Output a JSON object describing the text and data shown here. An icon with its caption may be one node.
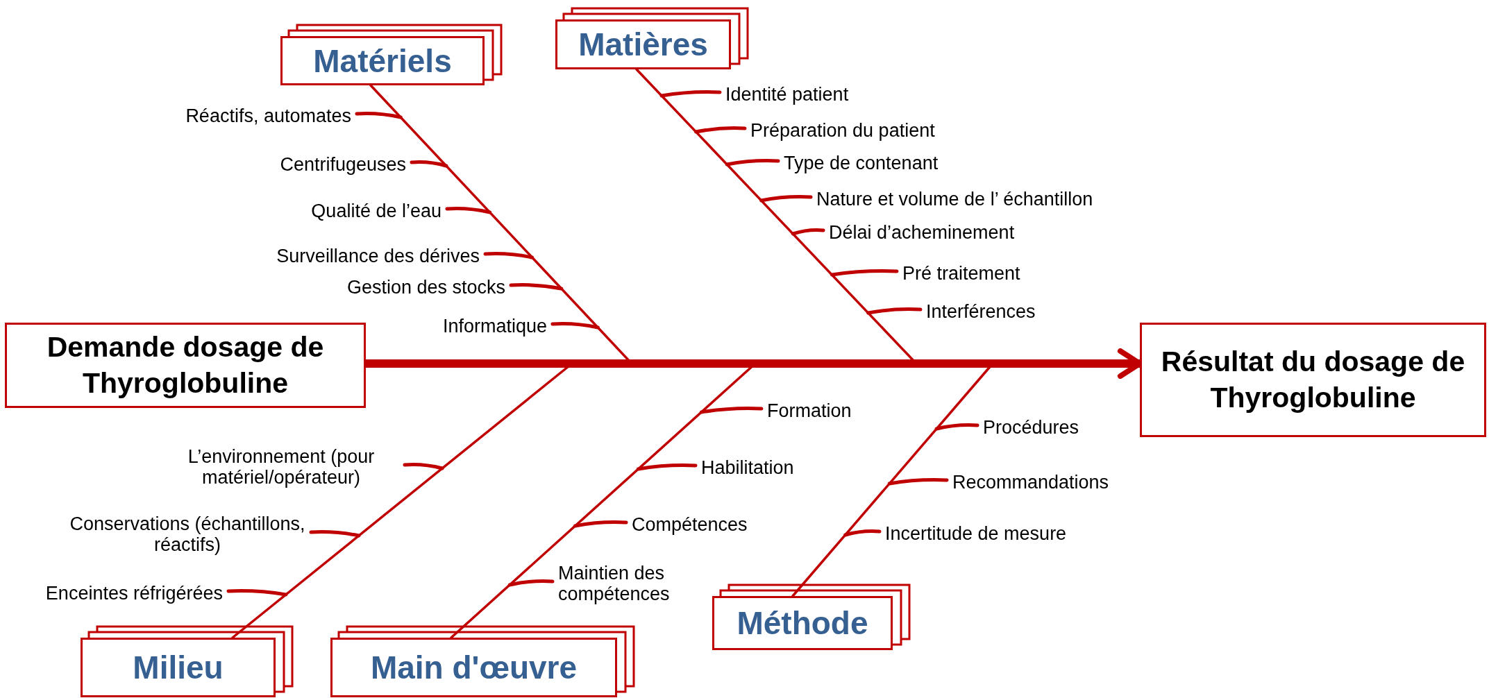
{
  "diagram": {
    "nodes": [
      {
        "text": [
          "Matériels"
        ]
      },
      {
        "text": [
          "Matières"
        ]
      },
      {
        "text": [
          "Demande dosage de Thyroglobuline"
        ]
      },
      {
        "text": [
          "Résultat du dosage de Thyroglobuline"
        ]
      },
      {
        "text": [
          "Milieu"
        ]
      },
      {
        "text": [
          "Main d'œuvre"
        ]
      },
      {
        "text": [
          "Méthode"
        ]
      },
      {
        "text": [
          "Réactifs, automates"
        ]
      },
      {
        "text": [
          "Centrifugeuses"
        ]
      },
      {
        "text": [
          "Qualité de l’eau"
        ]
      },
      {
        "text": [
          "Surveillance des dérives"
        ]
      },
      {
        "text": [
          "Gestion des stocks"
        ]
      },
      {
        "text": [
          "Informatique"
        ]
      },
      {
        "text": [
          "Identité patient"
        ]
      },
      {
        "text": [
          "Préparation du patient"
        ]
      },
      {
        "text": [
          "Type de contenant"
        ]
      },
      {
        "text": [
          "Nature et volume de l’ échantillon"
        ]
      },
      {
        "text": [
          "Délai d’acheminement"
        ]
      },
      {
        "text": [
          "Pré traitement"
        ]
      },
      {
        "text": [
          "Interférences"
        ]
      },
      {
        "text": [
          "L’environnement (pour matériel/opérateur)"
        ]
      },
      {
        "text": [
          "Conservations (échantillons, réactifs)"
        ]
      },
      {
        "text": [
          "Enceintes réfrigérées"
        ]
      },
      {
        "text": [
          "Formation"
        ]
      },
      {
        "text": [
          "Habilitation"
        ]
      },
      {
        "text": [
          "Compétences"
        ]
      },
      {
        "text": [
          "Maintien des compétences"
        ]
      },
      {
        "text": [
          "Procédures"
        ]
      },
      {
        "text": [
          "Recommandations"
        ]
      },
      {
        "text": [
          "Incertitude de mesure"
        ]
      }
    ],
    "edges": [
      {
        "from": 2,
        "to": 3,
        "arrow": "to",
        "style": "thick"
      },
      {
        "from": 0,
        "to": null,
        "arrow": "none"
      },
      {
        "from": 1,
        "to": null,
        "arrow": "none"
      },
      {
        "from": 4,
        "to": null,
        "arrow": "none"
      },
      {
        "from": 5,
        "to": null,
        "arrow": "none"
      },
      {
        "from": 6,
        "to": null,
        "arrow": "none"
      },
      {
        "from": 7,
        "to": null,
        "arrow": "none"
      },
      {
        "from": 8,
        "to": null,
        "arrow": "none"
      },
      {
        "from": 9,
        "to": null,
        "arrow": "none"
      },
      {
        "from": 10,
        "to": null,
        "arrow": "none"
      },
      {
        "from": 11,
        "to": null,
        "arrow": "none"
      },
      {
        "from": 12,
        "to": null,
        "arrow": "none"
      },
      {
        "from": 13,
        "to": null,
        "arrow": "none"
      },
      {
        "from": 14,
        "to": null,
        "arrow": "none"
      },
      {
        "from": 15,
        "to": null,
        "arrow": "none"
      },
      {
        "from": 16,
        "to": null,
        "arrow": "none"
      },
      {
        "from": 17,
        "to": null,
        "arrow": "none"
      },
      {
        "from": 18,
        "to": null,
        "arrow": "none"
      },
      {
        "from": 19,
        "to": null,
        "arrow": "none"
      },
      {
        "from": 20,
        "to": null,
        "arrow": "none"
      },
      {
        "from": 21,
        "to": null,
        "arrow": "none"
      },
      {
        "from": 22,
        "to": null,
        "arrow": "none"
      },
      {
        "from": 23,
        "to": null,
        "arrow": "none"
      },
      {
        "from": 24,
        "to": null,
        "arrow": "none"
      },
      {
        "from": 25,
        "to": null,
        "arrow": "none"
      },
      {
        "from": 26,
        "to": null,
        "arrow": "none"
      },
      {
        "from": 27,
        "to": null,
        "arrow": "none"
      },
      {
        "from": 28,
        "to": null,
        "arrow": "none"
      },
      {
        "from": 29,
        "to": null,
        "arrow": "none"
      }
    ]
  }
}
